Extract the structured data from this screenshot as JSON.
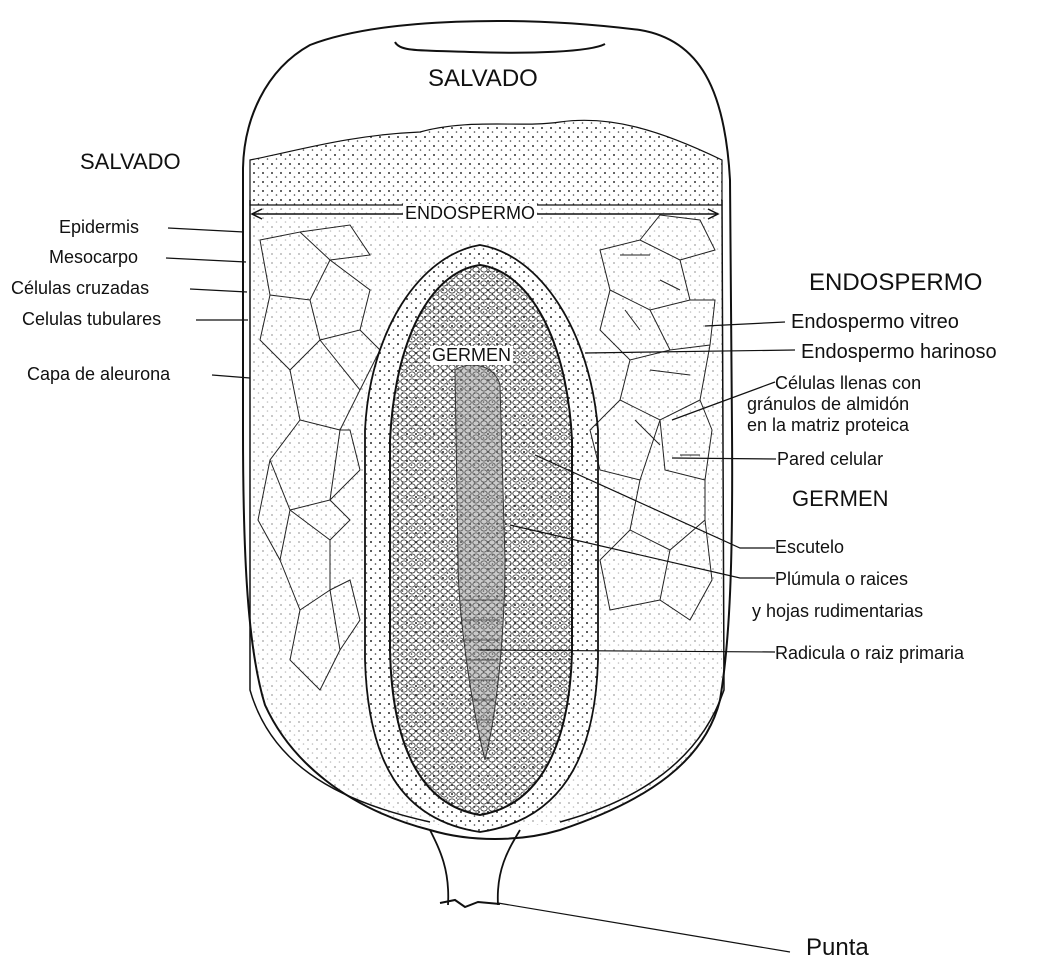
{
  "labels": {
    "salvado_top": "SALVADO",
    "salvado_left": "SALVADO",
    "endospermo_band": "ENDOSPERMO",
    "endospermo_right": "ENDOSPERMO",
    "germen_inner": "GERMEN",
    "germen_right": "GERMEN",
    "epidermis": "Epidermis",
    "mesocarpo": "Mesocarpo",
    "celulas_cruzadas": "Células cruzadas",
    "celulas_tubulares": "Celulas tubulares",
    "capa_aleurona": "Capa de aleurona",
    "endospermo_vitreo": "Endospermo vitreo",
    "endospermo_harinoso": "Endospermo harinoso",
    "celulas_llenas_1": "Células llenas con",
    "celulas_llenas_2": "gránulos de almidón",
    "celulas_llenas_3": "en la matriz proteica",
    "pared_celular": "Pared celular",
    "escutelo": "Escutelo",
    "plumula_1": "Plúmula o raices",
    "plumula_2": "y hojas rudimentarias",
    "radicula": "Radicula o raiz primaria",
    "punta": "Punta"
  },
  "colors": {
    "ink": "#111111",
    "background": "#ffffff"
  }
}
